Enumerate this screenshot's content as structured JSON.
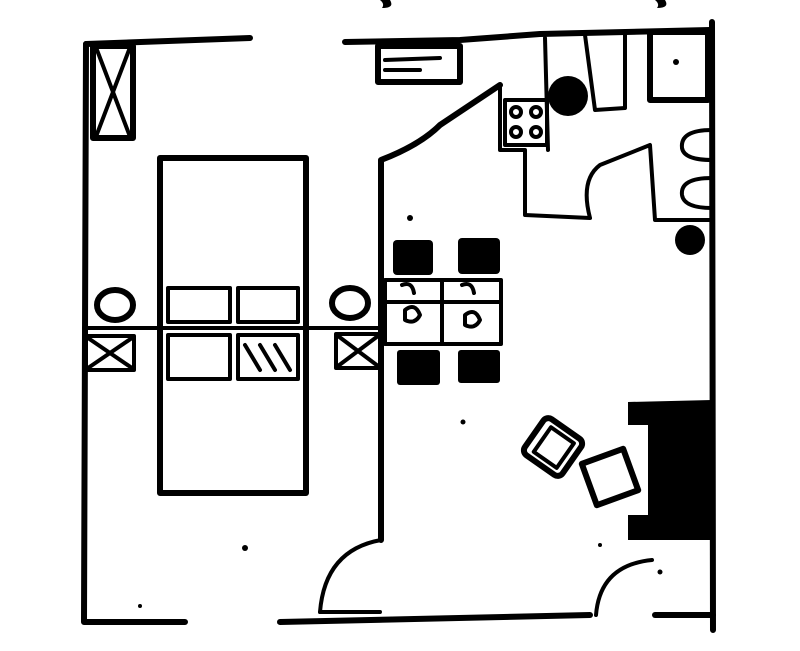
{
  "plan": {
    "colors": {
      "ink": "#000000",
      "paper": "#ffffff"
    },
    "rooms": [
      "bedroom",
      "kitchen",
      "dining",
      "living",
      "bathroom"
    ]
  }
}
